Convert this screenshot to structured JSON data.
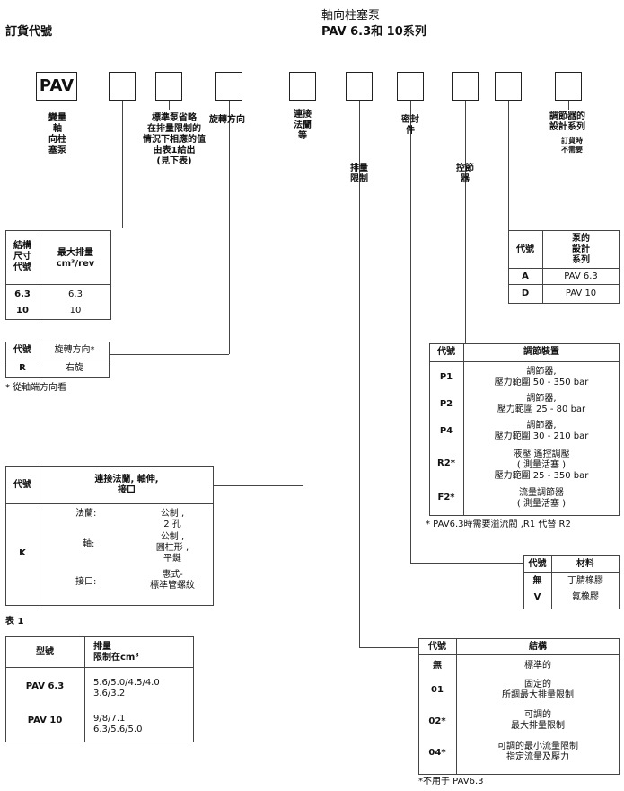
{
  "header": {
    "left_title": "訂貨代號",
    "right_title_line1": "軸向柱塞泵",
    "right_title_line2": "PAV 6.3和 10系列"
  },
  "code_boxes": {
    "first": "PAV"
  },
  "labels": {
    "pump": "變量\n軸\n向柱\n塞泵",
    "displacement_note": "標準泵省略\n在排量限制的\n情況下相應的值\n由表1給出\n(見下表)",
    "rotation": "旋轉方向",
    "connection": "連接\n法蘭\n等",
    "limit": "排量\n限制",
    "seal": "密封\n件",
    "controller": "控節\n器",
    "series": "調節器的\n設計系列",
    "series_note": "訂貨時\n不需要"
  },
  "size_table": {
    "headers": [
      "結構\n尺寸\n代號",
      "最大排量\ncm³/rev"
    ],
    "rows": [
      [
        "6.3",
        "6.3"
      ],
      [
        "10",
        "10"
      ]
    ]
  },
  "rotation_table": {
    "headers": [
      "代號",
      "旋轉方向*"
    ],
    "rows": [
      [
        "R",
        "右旋"
      ]
    ],
    "footnote": "* 從軸端方向看"
  },
  "connection_table": {
    "headers": [
      "代號",
      "連接法蘭, 軸伸,\n接口"
    ],
    "code": "K",
    "items": [
      {
        "label": "法蘭:",
        "value": "公制 ,\n2 孔"
      },
      {
        "label": "軸:",
        "value": "公制 ,\n圓柱形 ,\n平鍵"
      },
      {
        "label": "接口:",
        "value": "惠式-\n標準管螺紋"
      }
    ]
  },
  "table1": {
    "caption": "表 1",
    "headers": [
      "型號",
      "排量\n限制在cm³"
    ],
    "rows": [
      [
        "PAV 6.3",
        "5.6/5.0/4.5/4.0\n3.6/3.2"
      ],
      [
        "PAV 10",
        "9/8/7.1\n6.3/5.6/5.0"
      ]
    ]
  },
  "series_table": {
    "headers": [
      "代號",
      "泵的\n設計\n系列"
    ],
    "rows": [
      [
        "A",
        "PAV 6.3"
      ],
      [
        "D",
        "PAV 10"
      ]
    ]
  },
  "controller_table": {
    "headers": [
      "代號",
      "調節裝置"
    ],
    "rows": [
      [
        "P1",
        "調節器,\n壓力範圍 50 - 350 bar"
      ],
      [
        "P2",
        "調節器,\n壓力範圍 25 - 80 bar"
      ],
      [
        "P4",
        "調節器,\n壓力範圍 30 - 210 bar"
      ],
      [
        "R2*",
        "液壓 遙控調壓\n( 測量活塞 )\n壓力範圍 25 - 350 bar"
      ],
      [
        "F2*",
        "流量調節器\n( 測量活塞 )"
      ]
    ],
    "footnote": "* PAV6.3時需要溢流閥 ,R1 代替 R2"
  },
  "seal_table": {
    "headers": [
      "代號",
      "材料"
    ],
    "rows": [
      [
        "無",
        "丁腈橡膠"
      ],
      [
        "V",
        "氟橡膠"
      ]
    ]
  },
  "structure_table": {
    "headers": [
      "代號",
      "結構"
    ],
    "rows": [
      [
        "無",
        "標準的"
      ],
      [
        "01",
        "固定的\n所調最大排量限制"
      ],
      [
        "02*",
        "可調的\n最大排量限制"
      ],
      [
        "04*",
        "可調的最小流量限制\n指定流量及壓力"
      ]
    ],
    "footnote": "*不用于 PAV6.3"
  }
}
